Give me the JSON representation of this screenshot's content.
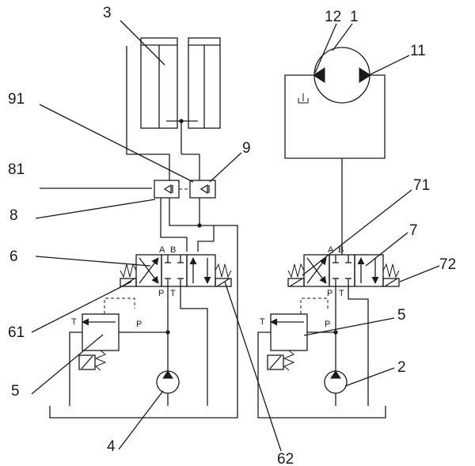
{
  "labels": {
    "l1": "1",
    "l2": "2",
    "l3": "3",
    "l4": "4",
    "l5a": "5",
    "l5b": "5",
    "l6": "6",
    "l61": "61",
    "l62": "62",
    "l7": "7",
    "l71": "71",
    "l72": "72",
    "l8": "8",
    "l81": "81",
    "l9": "9",
    "l91": "91",
    "l11": "11",
    "l12": "12"
  },
  "ports": {
    "a": "A",
    "b": "B",
    "p": "P",
    "t": "T"
  }
}
